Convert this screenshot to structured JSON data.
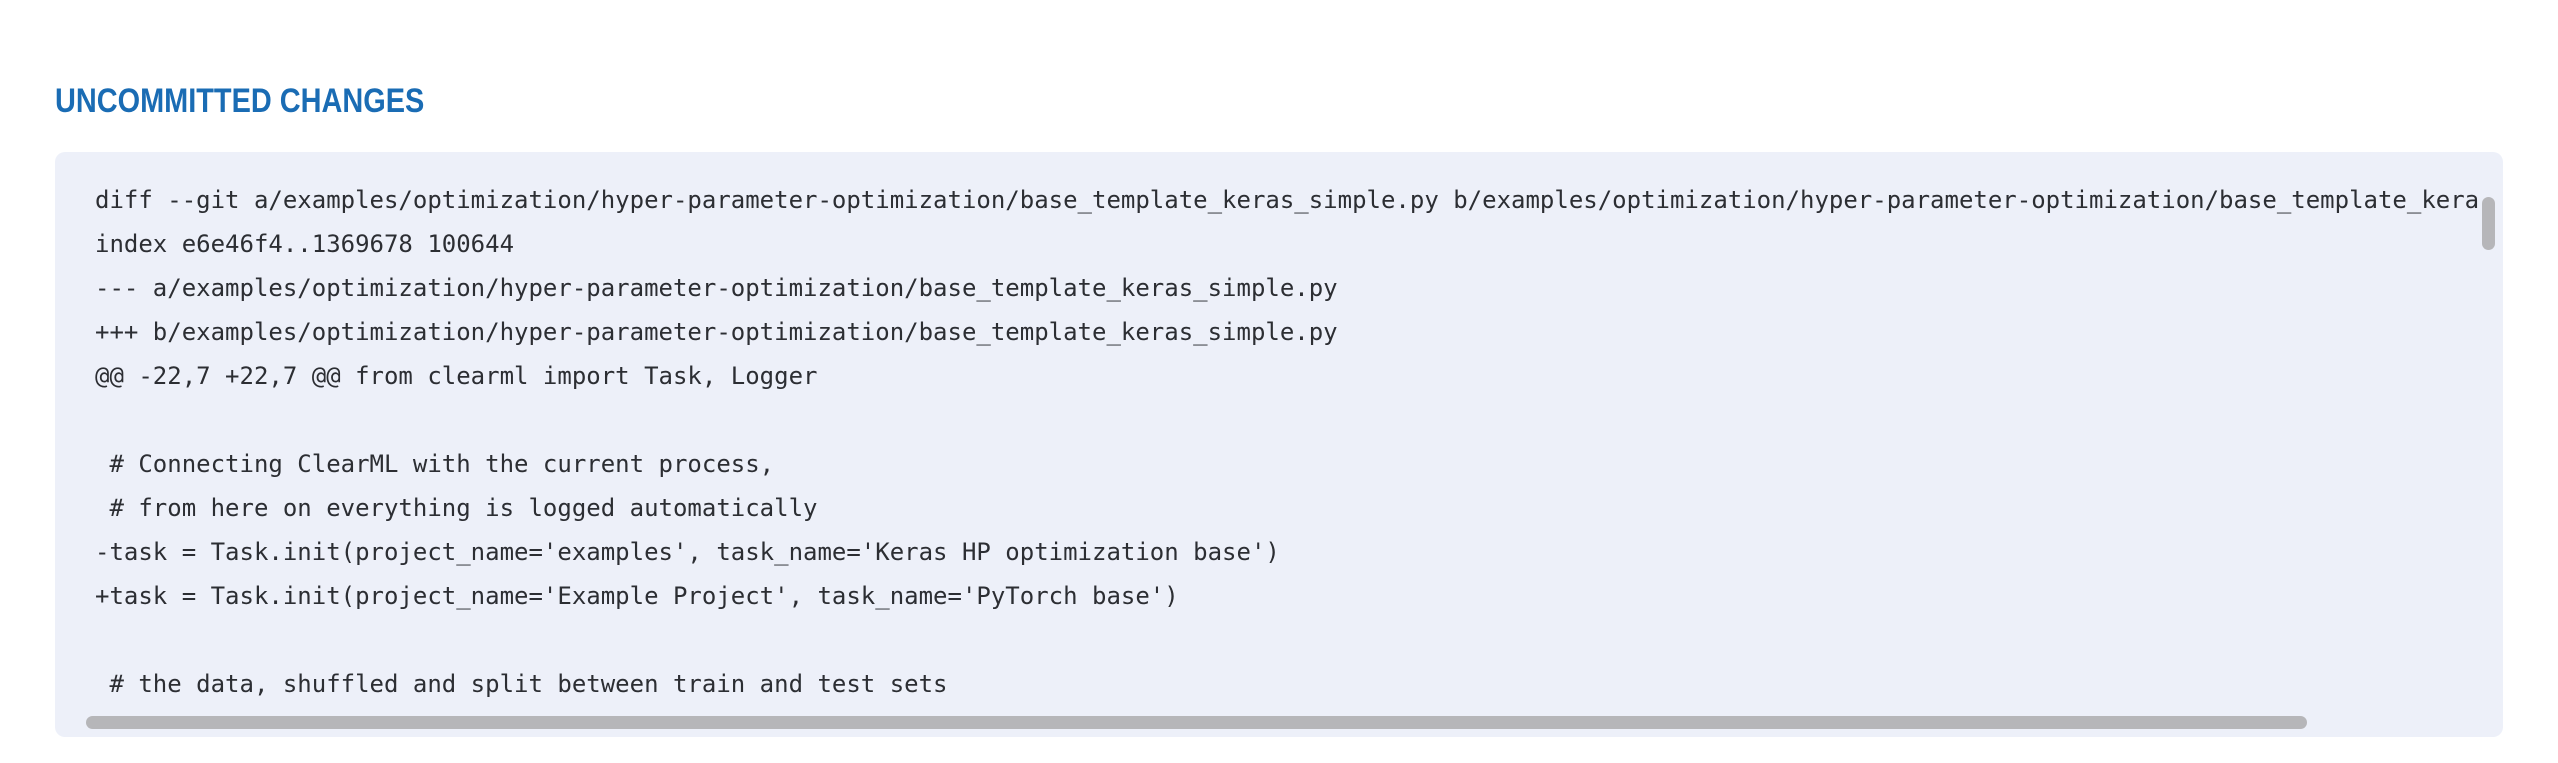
{
  "section": {
    "title": "UNCOMMITTED CHANGES"
  },
  "diff_viewer": {
    "lines": [
      "diff --git a/examples/optimization/hyper-parameter-optimization/base_template_keras_simple.py b/examples/optimization/hyper-parameter-optimization/base_template_keras_simple.py",
      "index e6e46f4..1369678 100644",
      "--- a/examples/optimization/hyper-parameter-optimization/base_template_keras_simple.py",
      "+++ b/examples/optimization/hyper-parameter-optimization/base_template_keras_simple.py",
      "@@ -22,7 +22,7 @@ from clearml import Task, Logger",
      "",
      " # Connecting ClearML with the current process,",
      " # from here on everything is logged automatically",
      "-task = Task.init(project_name='examples', task_name='Keras HP optimization base')",
      "+task = Task.init(project_name='Example Project', task_name='PyTorch base')",
      "",
      " # the data, shuffled and split between train and test sets"
    ]
  },
  "colors": {
    "title_blue": "#1a6cb4",
    "panel_background": "#edf0f9",
    "code_text": "#2c2e33",
    "scrollbar_thumb": "#b6b6b9",
    "page_background": "#ffffff"
  }
}
